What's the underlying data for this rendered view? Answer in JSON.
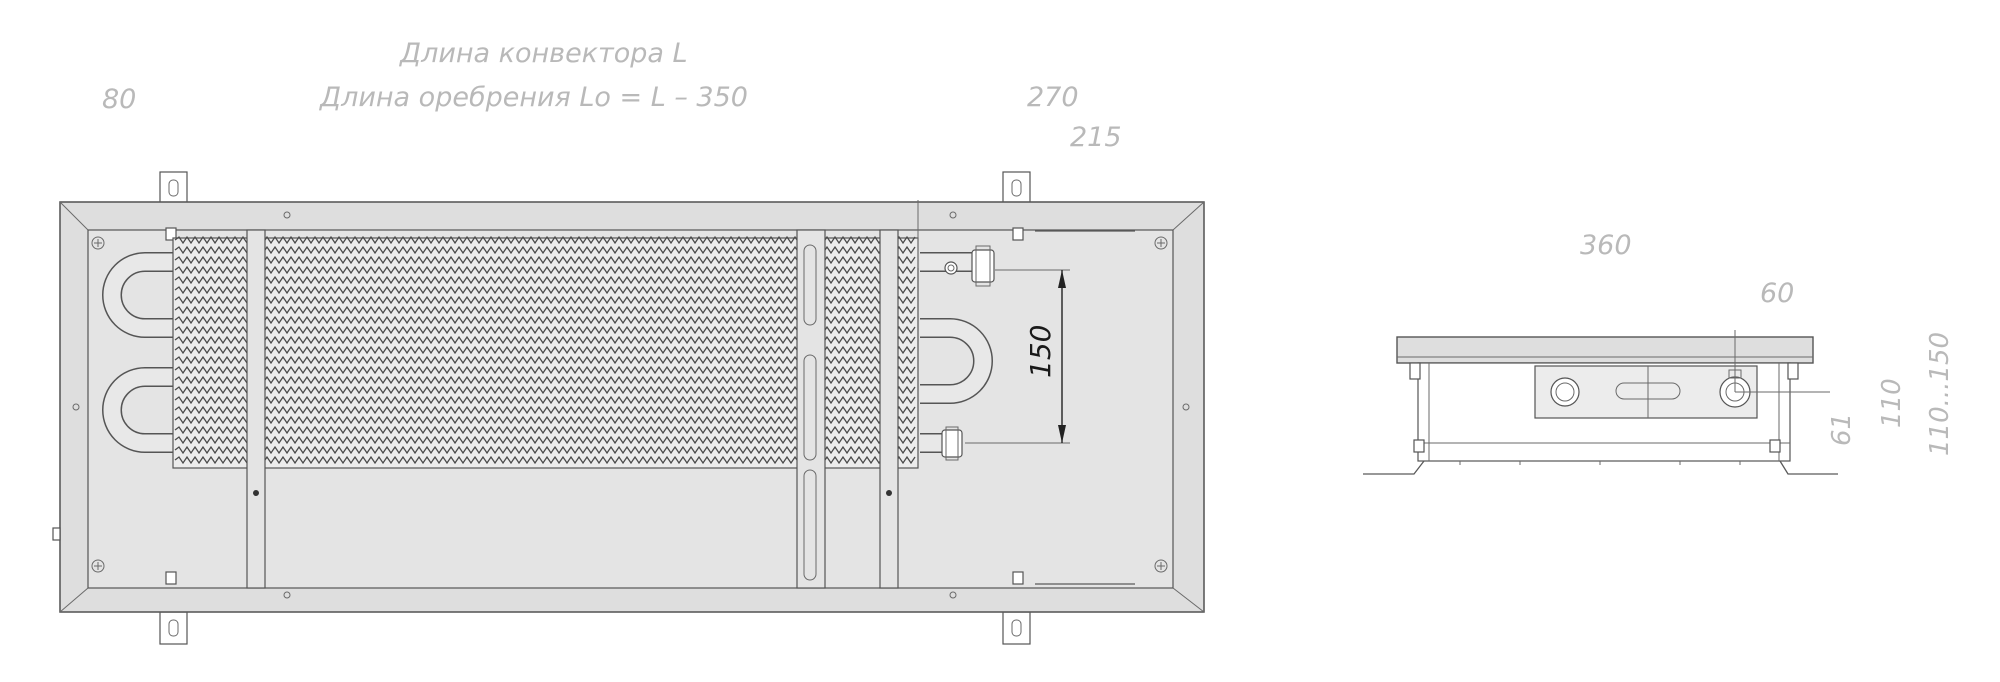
{
  "labels": {
    "convector_length": "Длина конвектора L",
    "fin_length": "Длина оребрения Lo = L – 350",
    "dim_80": "80",
    "dim_270": "270",
    "dim_215": "215",
    "dim_150": "150",
    "dim_360": "360",
    "dim_60": "60",
    "dim_61": "61",
    "dim_110": "110",
    "dim_110_150": "110...150"
  },
  "colors": {
    "dimension_text": "#b9b9b9",
    "body_fill": "#dedede",
    "line": "#555555"
  }
}
